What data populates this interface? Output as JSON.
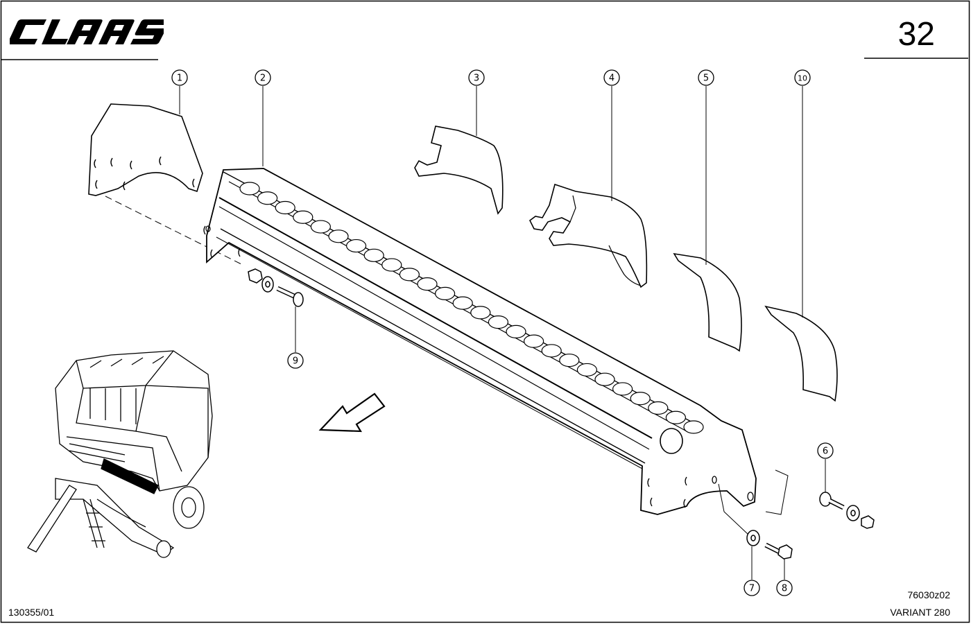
{
  "brand": {
    "name": "CLAAS"
  },
  "page_number": "32",
  "doc_number": "130355/01",
  "drawing_id": "76030z02",
  "model_name": "VARIANT 280",
  "callouts": [
    {
      "number": "1",
      "part": "side-plate-left"
    },
    {
      "number": "2",
      "part": "roller-bar"
    },
    {
      "number": "3",
      "part": "scraper-bracket"
    },
    {
      "number": "4",
      "part": "scraper-bracket-large"
    },
    {
      "number": "5",
      "part": "spring-strip"
    },
    {
      "number": "10",
      "part": "spring-strip-2"
    },
    {
      "number": "6",
      "part": "bolt-washer-nut-right"
    },
    {
      "number": "7",
      "part": "washer"
    },
    {
      "number": "8",
      "part": "bolt"
    },
    {
      "number": "9",
      "part": "bolt-washer-nut-left"
    }
  ],
  "colors": {
    "line": "#000000",
    "background": "#ffffff"
  }
}
